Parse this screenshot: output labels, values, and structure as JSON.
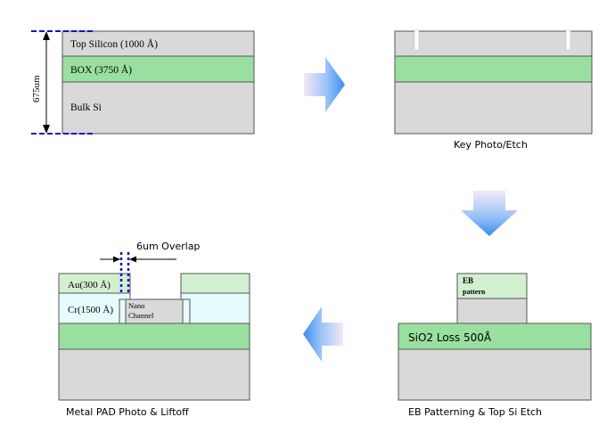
{
  "colors": {
    "gray_fill": "#d9d9d9",
    "green_fill": "#99e0a0",
    "light_green_fill": "#d2f0d0",
    "cyan_fill": "#e6fbfb",
    "blue_dash": "#1010d0",
    "layer_stroke": "#555555"
  },
  "panel_initial": {
    "top_silicon_label": "Top Silicon (1000 Å)",
    "box_label": "BOX (3750 Å)",
    "bulk_label": "Bulk Si",
    "thickness_label": "675um"
  },
  "panel_key": {
    "caption": "Key Photo/Etch"
  },
  "panel_eb": {
    "pattern_label_1": "EB",
    "pattern_label_2": "pattern",
    "loss_label": "SiO2  Loss 500Å",
    "caption": "EB Patterning & Top Si Etch"
  },
  "panel_metal": {
    "overlap_label": "6um Overlap",
    "au_label": "Au(300 Å)",
    "cr_label": "Cr(1500 Å)",
    "channel_label_1": "Nano",
    "channel_label_2": "Channel",
    "caption": "Metal PAD  Photo & Liftoff"
  },
  "icons": [
    "arrow-right-icon",
    "arrow-down-icon",
    "arrow-left-icon"
  ]
}
